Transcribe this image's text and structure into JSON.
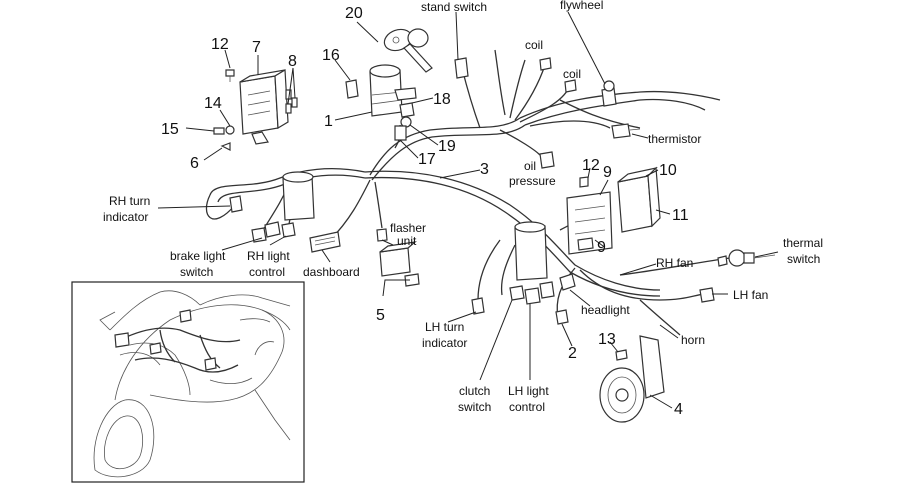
{
  "diagram": {
    "labels": {
      "stand_switch": "stand switch",
      "flywheel": "flywheel",
      "coil_1": "coil",
      "coil_2": "coil",
      "thermistor": "thermistor",
      "oil_pressure_1": "oil",
      "oil_pressure_2": "pressure",
      "rh_turn_1": "RH turn",
      "rh_turn_2": "indicator",
      "brake_light_1": "brake light",
      "brake_light_2": "switch",
      "rh_light_1": "RH light",
      "rh_light_2": "control",
      "dashboard": "dashboard",
      "flasher_1": "flasher",
      "flasher_2": "unit",
      "lh_turn_1": "LH turn",
      "lh_turn_2": "indicator",
      "clutch_1": "clutch",
      "clutch_2": "switch",
      "lh_light_1": "LH light",
      "lh_light_2": "control",
      "headlight": "headlight",
      "rh_fan": "RH fan",
      "lh_fan": "LH fan",
      "horn": "horn",
      "thermal_1": "thermal",
      "thermal_2": "switch"
    },
    "callouts": {
      "n20": "20",
      "n12a": "12",
      "n7": "7",
      "n8": "8",
      "n16": "16",
      "n14": "14",
      "n15": "15",
      "n6": "6",
      "n1": "1",
      "n18": "18",
      "n19": "19",
      "n17": "17",
      "n3": "3",
      "n12b": "12",
      "n9a": "9",
      "n10": "10",
      "n11": "11",
      "n9b": "9",
      "n5": "5",
      "n2": "2",
      "n13": "13",
      "n4": "4"
    }
  }
}
